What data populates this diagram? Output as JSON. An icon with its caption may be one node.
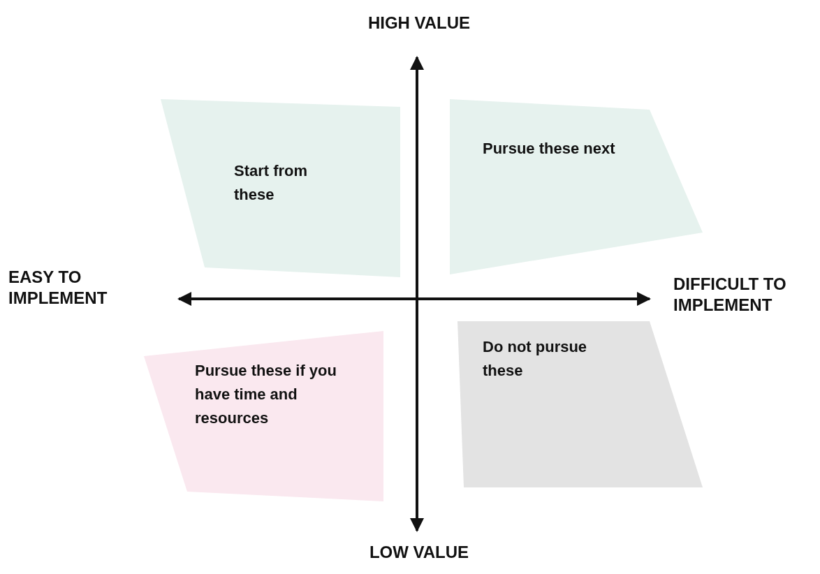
{
  "diagram": {
    "nodes": [
      {
        "text": [
          "Start from these"
        ]
      },
      {
        "text": [
          "Pursue these next"
        ]
      },
      {
        "text": [
          "Pursue these if you have time and resources"
        ]
      },
      {
        "text": [
          "Do not pursue these"
        ]
      }
    ],
    "labels": [
      "HIGH VALUE",
      "EASY TO IMPLEMENT",
      "DIFFICULT TO IMPLEMENT",
      "LOW VALUE"
    ]
  }
}
